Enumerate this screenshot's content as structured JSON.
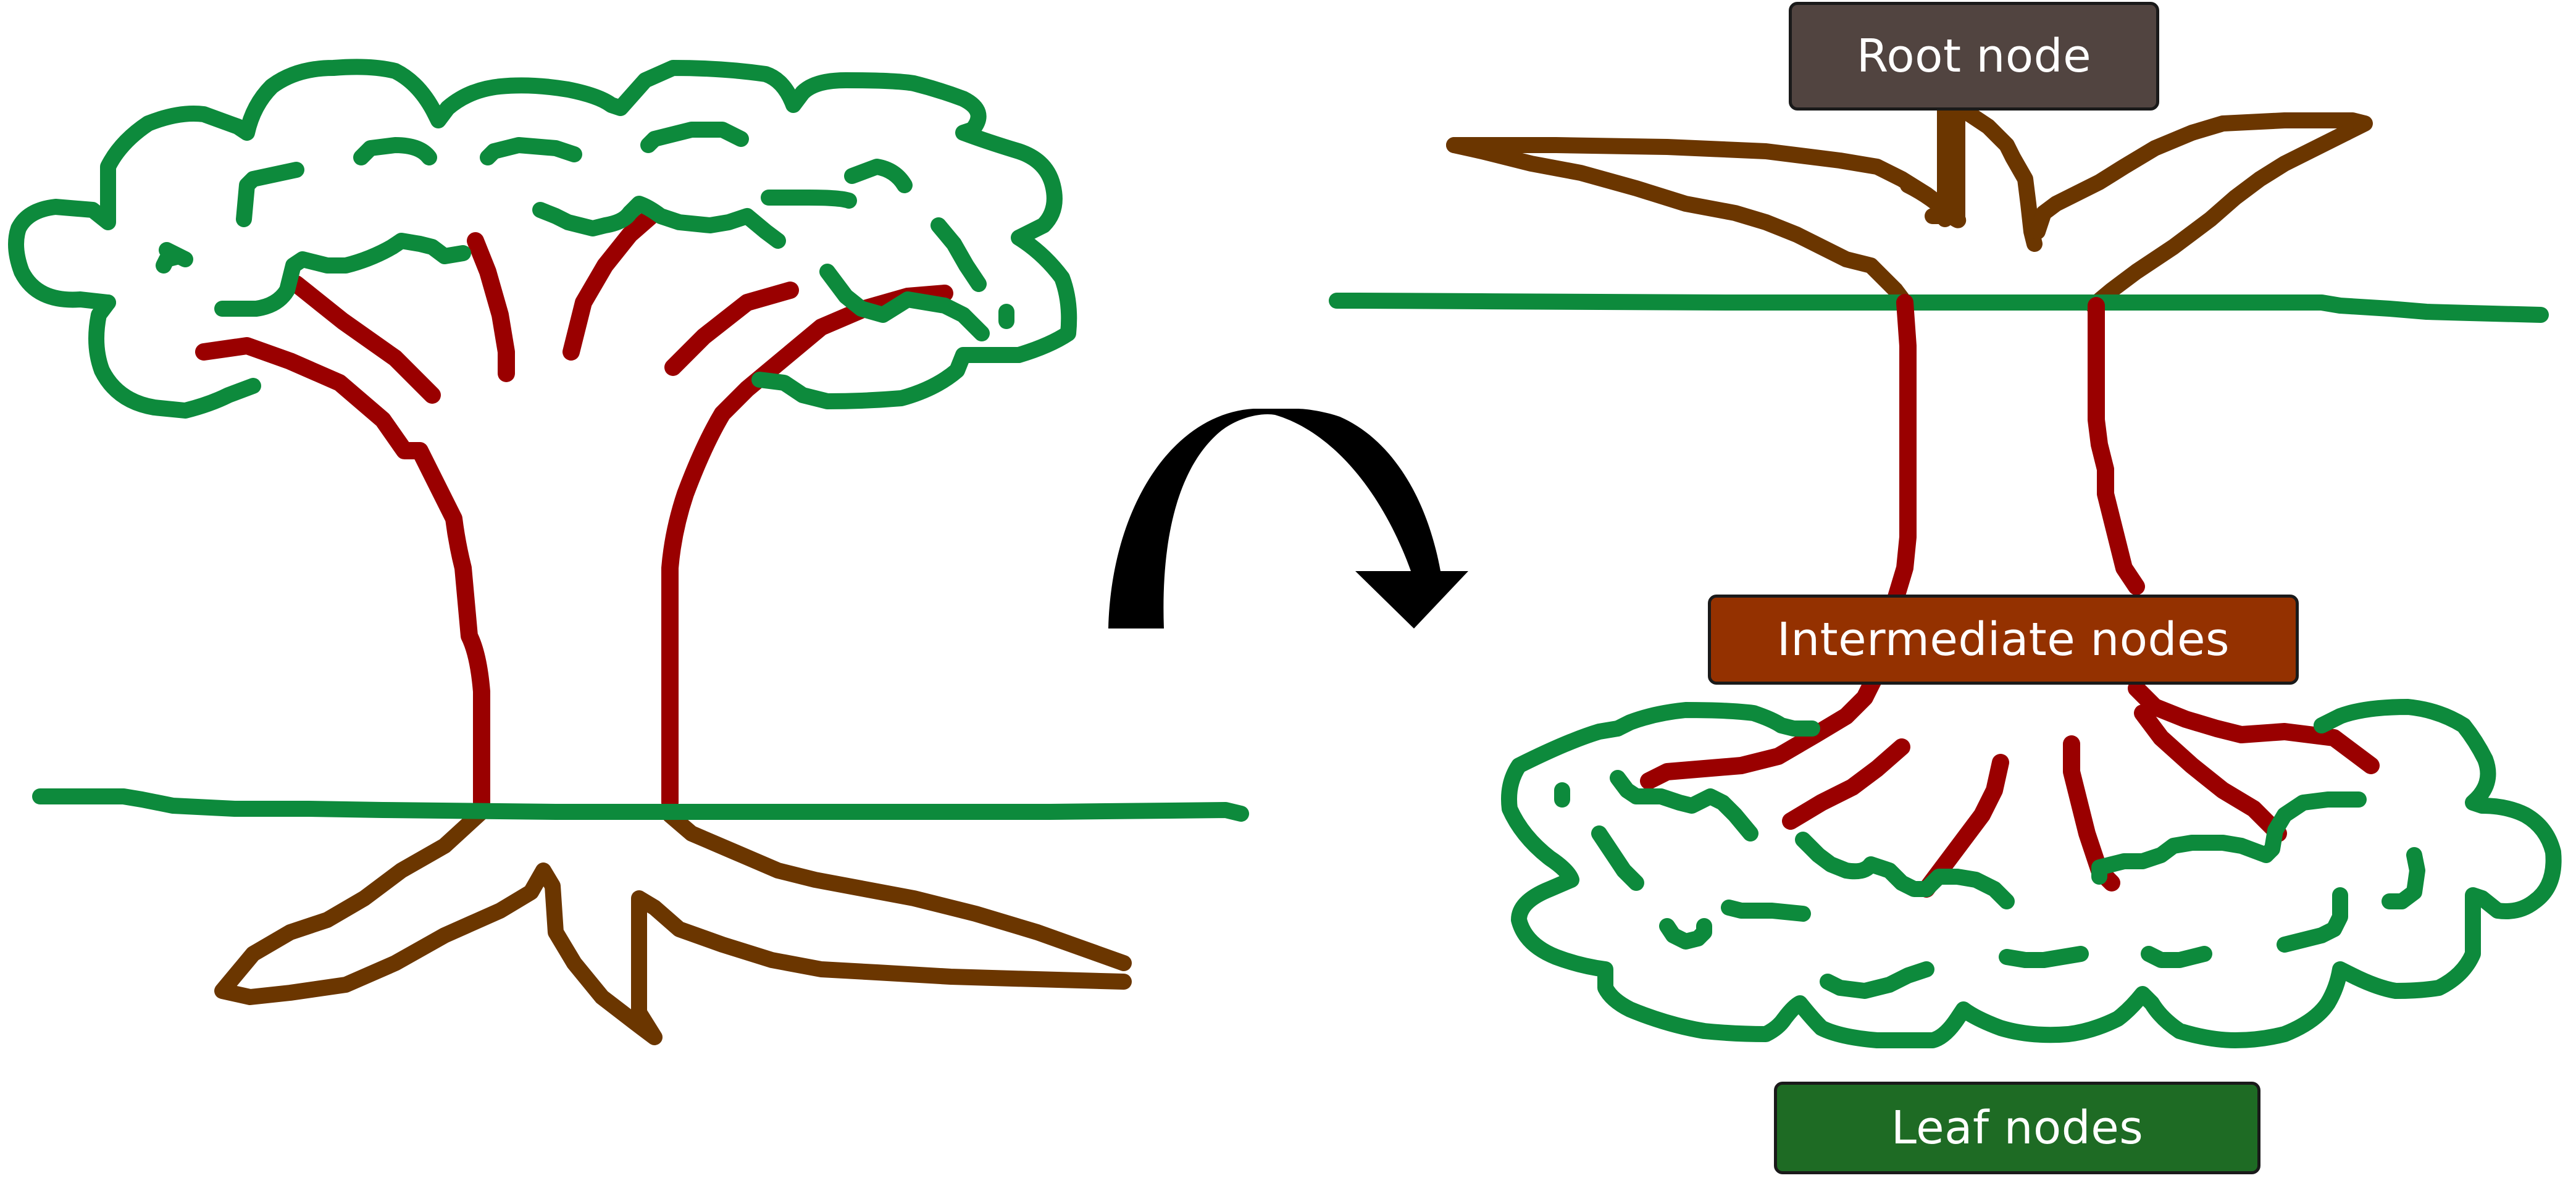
{
  "labels": {
    "root": "Root node",
    "intermediate": "Intermediate nodes",
    "leaf": "Leaf nodes"
  },
  "colors": {
    "canopy": "#0d8a3c",
    "branch": "#9a0000",
    "root": "#6b3600",
    "arrow": "#000000",
    "root_label_bg": "#514440",
    "intermediate_label_bg": "#943100",
    "leaf_label_bg": "#1e6b24"
  },
  "icons": {
    "left_tree": "tree-icon",
    "right_tree": "inverted-tree-icon",
    "flip_arrow": "curved-arrow-icon"
  }
}
